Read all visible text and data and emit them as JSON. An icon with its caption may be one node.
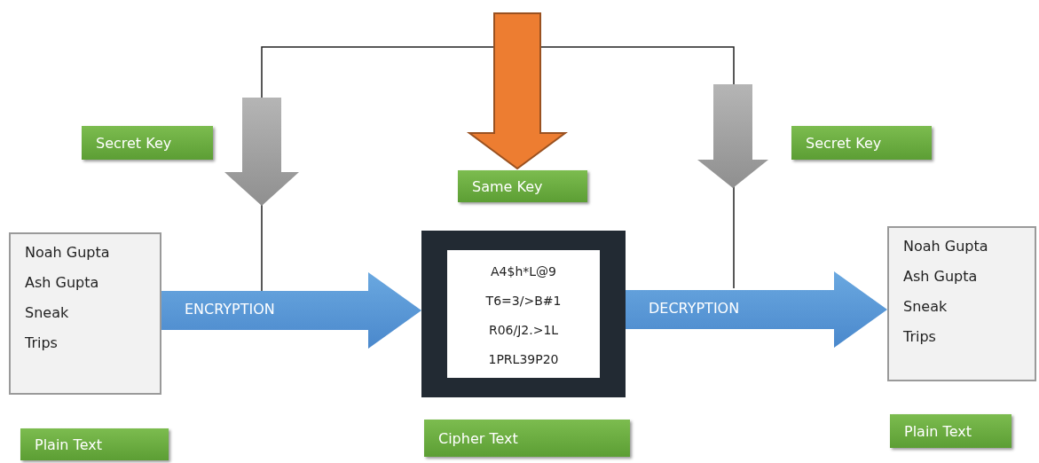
{
  "diagram": {
    "nodes": [
      {
        "text": [
          "Secret Key"
        ]
      },
      {
        "text": [
          "Same Key"
        ]
      },
      {
        "text": [
          "Secret Key"
        ]
      },
      {
        "text": [
          "Noah Gupta",
          "Ash Gupta",
          "Sneak",
          "Trips"
        ]
      },
      {
        "text": [
          "A4$h*L@9",
          "T6=3/>B#1",
          "R06/J2.>1L",
          "1PRL39P20"
        ]
      },
      {
        "text": [
          "Noah Gupta",
          "Ash Gupta",
          "Sneak",
          "Trips"
        ]
      },
      {
        "text": [
          "Plain Text"
        ]
      },
      {
        "text": [
          "Cipher Text"
        ]
      },
      {
        "text": [
          "Plain Text"
        ]
      }
    ],
    "edges": [
      {
        "from": null,
        "to": 1,
        "arrow": "to",
        "style": "thick",
        "color": "#ed7d31"
      },
      {
        "from": 3,
        "to": 4,
        "arrow": "to",
        "label": "ENCRYPTION",
        "style": "thick"
      },
      {
        "from": 4,
        "to": 5,
        "arrow": "to",
        "label": "DECRYPTION",
        "style": "thick"
      }
    ]
  }
}
